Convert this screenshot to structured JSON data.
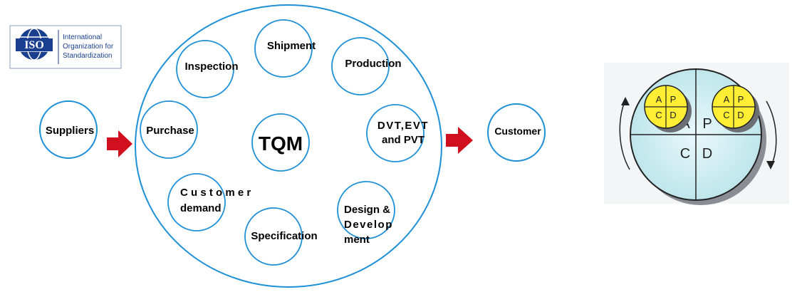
{
  "logo": {
    "mark": "ISO",
    "line1": "International",
    "line2": "Organization for",
    "line3": "Standardization",
    "color": "#1a3f8f"
  },
  "flow": {
    "left": "Suppliers",
    "center": "TQM",
    "right": "Customer",
    "arrow_color": "#d0101e",
    "circle_color": "#1e90d8"
  },
  "ring": {
    "shipment": "Shipment",
    "inspection": "Inspection",
    "production": "Production",
    "purchase": "Purchase",
    "dvt_line1": "DVT,EVT",
    "dvt_line2": "and PVT",
    "demand_line1": "C u s t o m e r",
    "demand_line2": "demand",
    "design_line1": "Design &",
    "design_line2": "Develop",
    "design_line3": "ment",
    "specification": "Specification"
  },
  "pdca": {
    "big_a": "A",
    "big_p": "P",
    "big_c": "C",
    "big_d": "D",
    "small_a": "A",
    "small_p": "P",
    "small_c": "C",
    "small_d": "D",
    "fill_color": "#cdeef2",
    "small_fill": "#ffee33"
  }
}
